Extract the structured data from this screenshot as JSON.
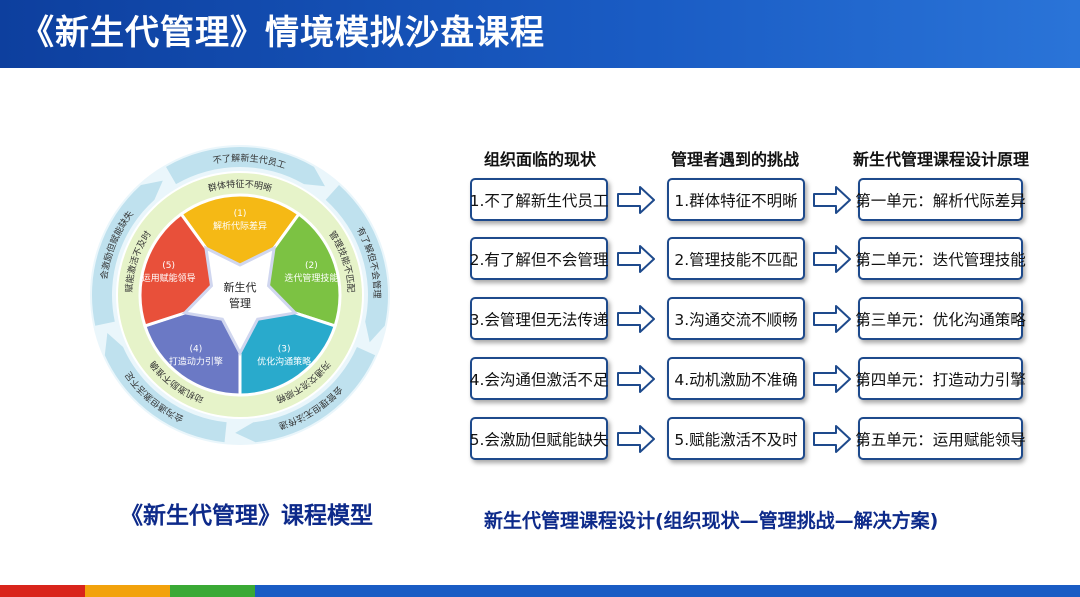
{
  "header": {
    "title": "《新生代管理》情境模拟沙盘课程",
    "bg": "#1a5cc4"
  },
  "model": {
    "caption": "《新生代管理》课程模型",
    "center": [
      "新生代",
      "管理"
    ],
    "segments": [
      {
        "num": "(1)",
        "label": "解析代际差异",
        "color": "#f5b915"
      },
      {
        "num": "(2)",
        "label": "迭代管理技能",
        "color": "#7cc243"
      },
      {
        "num": "(3)",
        "label": "优化沟通策略",
        "color": "#29aacc"
      },
      {
        "num": "(4)",
        "label": "打造动力引擎",
        "color": "#6b79c5"
      },
      {
        "num": "(5)",
        "label": "运用赋能领导",
        "color": "#e8503a"
      }
    ],
    "inner_ring": [
      "群体特征不明晰",
      "管理技能不匹配",
      "沟通交流不顺畅",
      "动机激励不准确",
      "赋能激活不及时"
    ],
    "outer_ring": [
      "不了解新生代员工",
      "有了解但不会管理",
      "会管理但无法传递",
      "会沟通但激活不足",
      "会激励但赋能缺失"
    ]
  },
  "design": {
    "caption": "新生代管理课程设计(组织现状—管理挑战—解决方案)",
    "headers": [
      "组织面临的现状",
      "管理者遇到的挑战",
      "新生代管理课程设计原理"
    ],
    "status": [
      "1.不了解新生代员工",
      "2.有了解但不会管理",
      "3.会管理但无法传递",
      "4.会沟通但激活不足",
      "5.会激励但赋能缺失"
    ],
    "challenges": [
      "1.群体特征不明晰",
      "2.管理技能不匹配",
      "3.沟通交流不顺畅",
      "4.动机激励不准确",
      "5.赋能激活不及时"
    ],
    "units": [
      "第一单元：解析代际差异",
      "第二单元：迭代管理技能",
      "第三单元：优化沟通策略",
      "第四单元：打造动力引擎",
      "第五单元：运用赋能领导"
    ]
  },
  "footer": {
    "colors": [
      "#d9241b",
      "#f2a20c",
      "#3aa935",
      "#1a5cc4"
    ]
  }
}
